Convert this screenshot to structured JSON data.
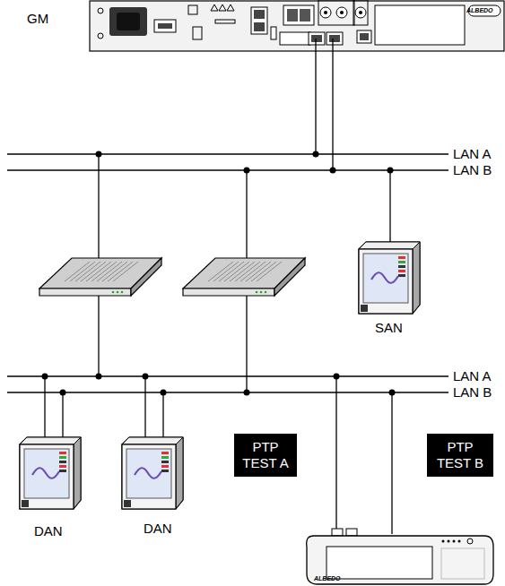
{
  "diagram": {
    "nodes": [
      {
        "text": [
          "PTP TEST A"
        ]
      },
      {
        "text": [
          "PTP TEST B"
        ]
      }
    ],
    "labels": [
      "GM",
      "ALBEDO",
      "LAN A",
      "LAN B",
      "SAN",
      "LAN A",
      "LAN B",
      "DAN",
      "DAN",
      "ALBEDO"
    ]
  }
}
